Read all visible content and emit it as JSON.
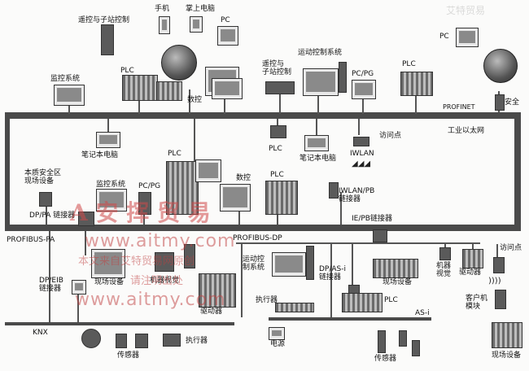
{
  "labels": {
    "phone": "手机",
    "pda": "掌上电脑",
    "pc_top": "PC",
    "remote_substation": "遥控与子站控制",
    "plc_top": "PLC",
    "monitoring_top": "监控系统",
    "cnc_top": "数控",
    "remote_substation2": "遥控与\n子站控制",
    "motion_control": "运动控制系统",
    "pcpg_top": "PC/PG",
    "plc_top_right": "PLC",
    "pc_right": "PC",
    "profinet": "PROFINET",
    "safety": "安全",
    "industrial_ethernet": "工业以太网",
    "laptop_left": "笔记本电脑",
    "plc_mid": "PLC",
    "laptop_mid": "笔记本电脑",
    "access_point": "访问点",
    "iwlan": "IWLAN",
    "iwlan_pb": "IWLAN/PB\n链接器",
    "safety_field": "本质安全区\n现场设备",
    "monitoring_mid": "监控系统",
    "pcpg_mid": "PC/PG",
    "plc_mid2": "PLC",
    "cnc_mid": "数控",
    "plc_mid3": "PLC",
    "dp_pa": "DP/PA 链接器",
    "ie_pb": "IE/PB链接器",
    "profibus_pa": "PROFIBUS-PA",
    "profibus_dp": "PROFIBUS-DP",
    "field_device_pa": "现场设备",
    "machine_vision_left": "机器视觉",
    "dp_eib": "DP/EIB\n链接器",
    "motion_control2": "运动控\n制系统",
    "dp_asi": "DP/AS-i\n链接器",
    "field_device_mid": "现场设备",
    "machine_vision_right": "机器\n视觉",
    "drive_right": "驱动器",
    "access_point2": "访问点",
    "actuator_mid": "执行器",
    "plc_low": "PLC",
    "drive_low": "驱动器",
    "client_module": "客户机\n模块",
    "asi": "AS-i",
    "knx": "KNX",
    "power": "电源",
    "sensor_left": "传感器",
    "actuator_left": "执行器",
    "sensor_mid": "传感器",
    "field_device_right": "现场设备"
  },
  "watermark": {
    "brand": "A 安 挥 贸 易",
    "site1": "www.aitmy.com",
    "notice": "本文来自艾特贸易网原创",
    "notice2": "请注明出处",
    "site2": "www.aitmy.com",
    "corner": "艾特贸易"
  },
  "colors": {
    "bus": "#4a4a4a",
    "watermark": "#d04a4a"
  }
}
